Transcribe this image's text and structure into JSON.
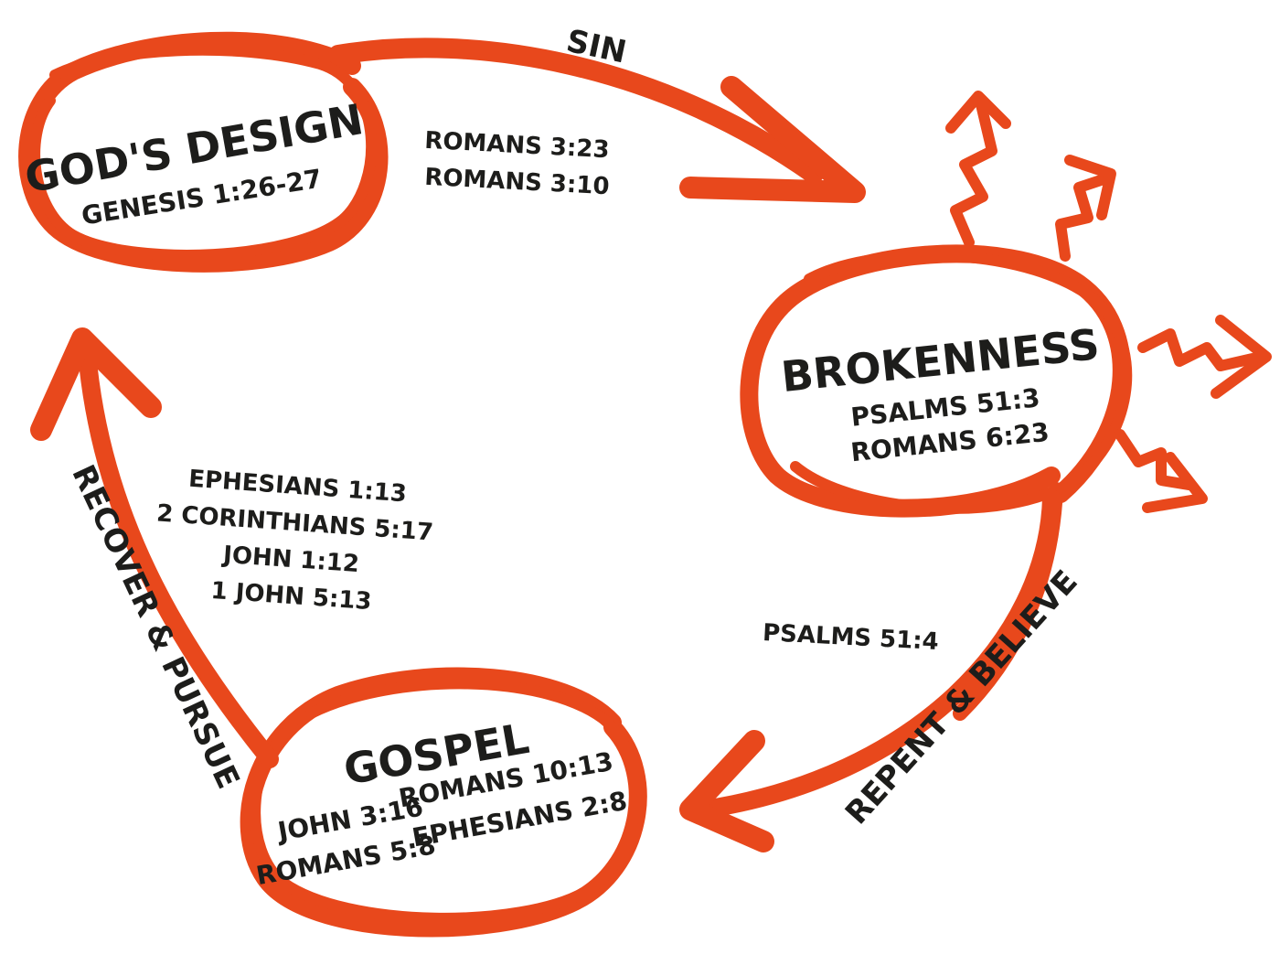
{
  "colors": {
    "accent": "#e8481c",
    "ink": "#1d1d1b"
  },
  "nodes": {
    "gods_design": {
      "title": "GOD'S DESIGN",
      "refs": [
        "GENESIS 1:26-27"
      ]
    },
    "brokenness": {
      "title": "BROKENNESS",
      "refs": [
        "PSALMS 51:3",
        "ROMANS 6:23"
      ]
    },
    "gospel": {
      "title": "GOSPEL",
      "refs_left": [
        "JOHN 3:16",
        "ROMANS 5:8"
      ],
      "refs_right": [
        "ROMANS 10:13",
        "EPHESIANS 2:8"
      ]
    }
  },
  "edges": {
    "sin": {
      "label": "SIN",
      "refs": [
        "ROMANS 3:23",
        "ROMANS 3:10"
      ]
    },
    "repent": {
      "label": "REPENT & BELIEVE",
      "refs": [
        "PSALMS 51:4"
      ]
    },
    "recover": {
      "label": "RECOVER & PURSUE",
      "refs": [
        "EPHESIANS 1:13",
        "2 CORINTHIANS 5:17",
        "JOHN 1:12",
        "1 JOHN 5:13"
      ]
    }
  }
}
